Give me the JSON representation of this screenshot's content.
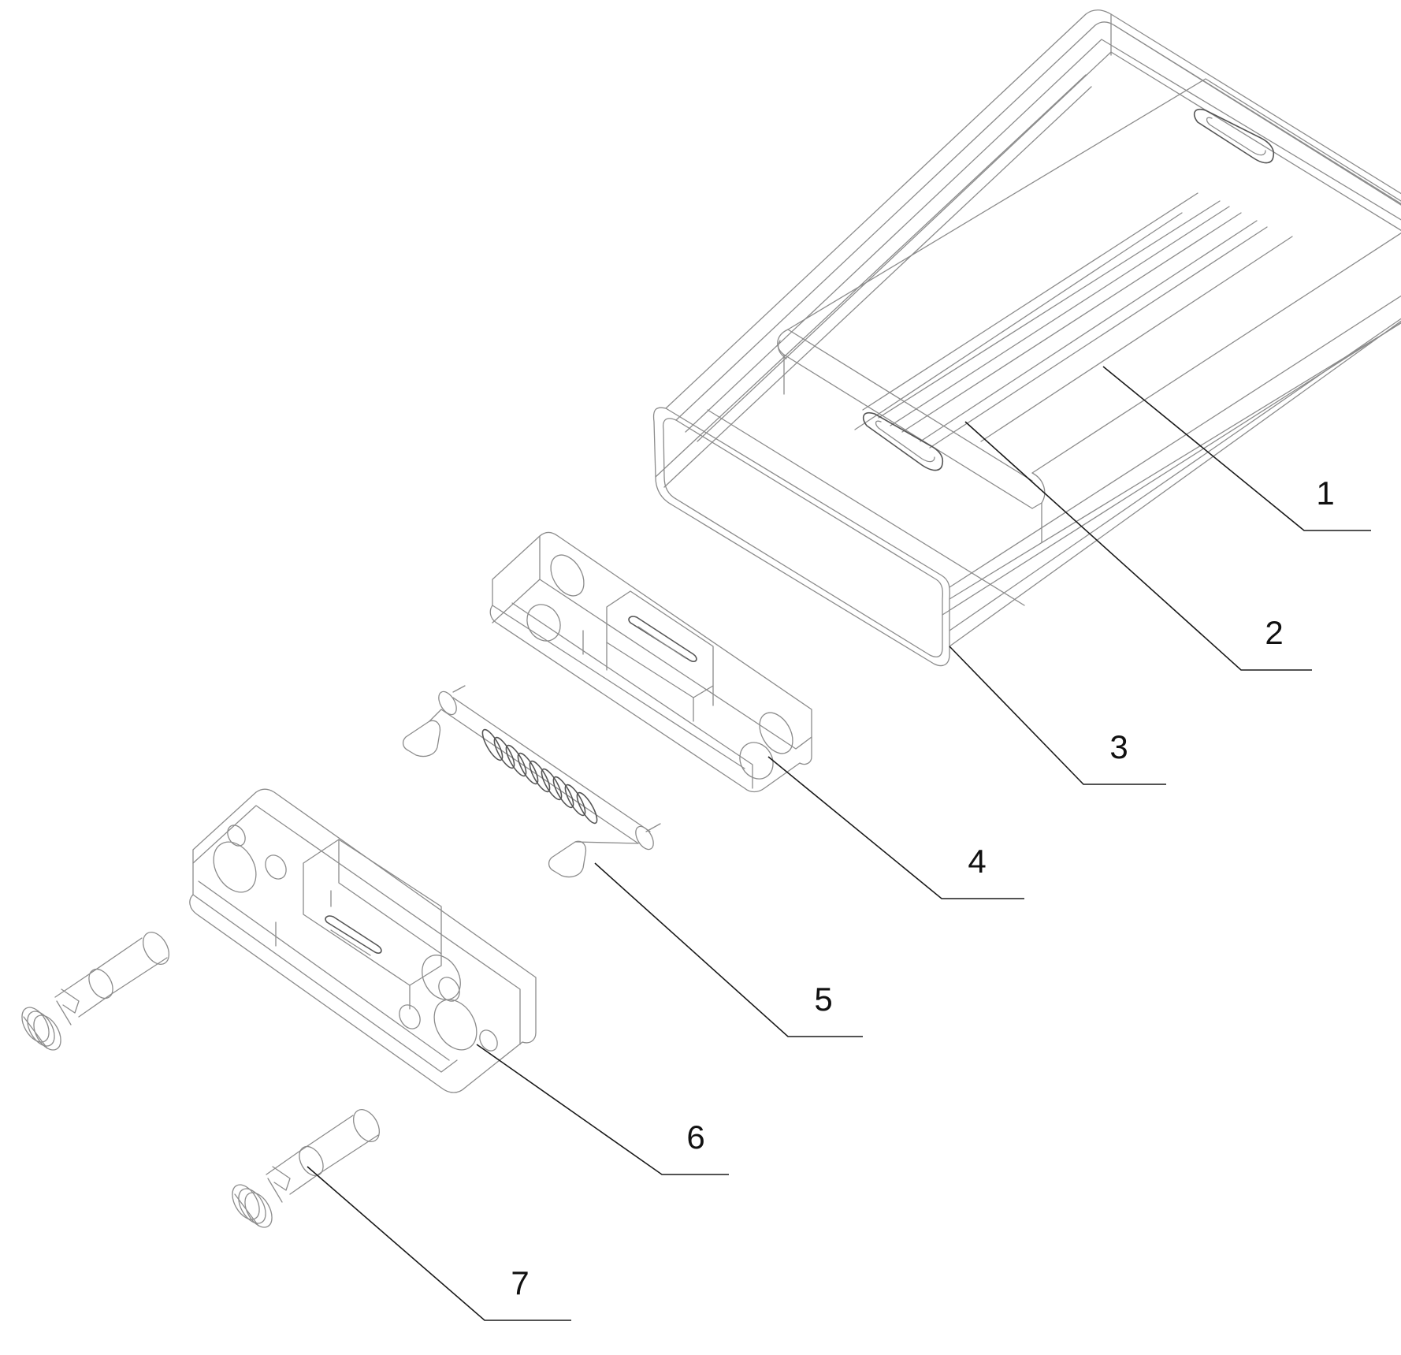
{
  "figure": {
    "callouts": [
      {
        "id": "1",
        "text": "1"
      },
      {
        "id": "2",
        "text": "2"
      },
      {
        "id": "3",
        "text": "3"
      },
      {
        "id": "4",
        "text": "4"
      },
      {
        "id": "5",
        "text": "5"
      },
      {
        "id": "6",
        "text": "6"
      },
      {
        "id": "7",
        "text": "7"
      }
    ]
  },
  "colors": {
    "line": "#8c8c8c",
    "leader": "#1a1a1a",
    "background": "#ffffff"
  }
}
